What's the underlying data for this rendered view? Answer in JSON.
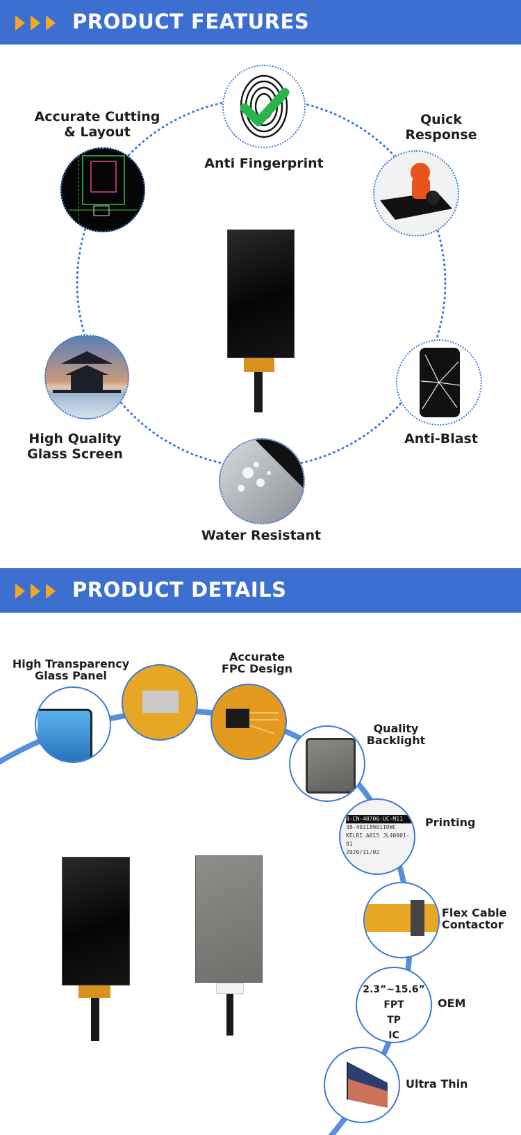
{
  "features": {
    "title": "PRODUCT FEATURES",
    "items": [
      {
        "label": "Anti Fingerprint",
        "icon": "fingerprint-check-icon"
      },
      {
        "label": "Accurate Cutting\n& Layout",
        "icon": "cad-layout-icon"
      },
      {
        "label": "Quick\nResponse",
        "icon": "motorcycle-screen-icon"
      },
      {
        "label": "High Quality\nGlass Screen",
        "icon": "pagoda-icon"
      },
      {
        "label": "Anti-Blast",
        "icon": "cracked-phone-icon"
      },
      {
        "label": "Water Resistant",
        "icon": "water-drops-icon"
      }
    ]
  },
  "details": {
    "title": "PRODUCT DETAILS",
    "items": [
      {
        "label": "High Transparency\nGlass Panel"
      },
      {
        "label": "Accurate\nFPC Design"
      },
      {
        "label": "Quality\nBacklight"
      },
      {
        "label": "Printing"
      },
      {
        "label": "Flex Cable\nContactor"
      },
      {
        "label": "OEM"
      },
      {
        "label": "Ultra Thin"
      }
    ],
    "printing_text": [
      "8-CN-40706-UC-M11",
      "38-40218901IOWC",
      "KELRI A015 JL40001-01",
      "2020/11/02"
    ],
    "oem_list": [
      "2.3”~15.6”",
      "FPT",
      "TP",
      "IC"
    ]
  },
  "colors": {
    "banner": "#3c6fcf",
    "chevron": "#f5a623",
    "ring": "#3a7bd5"
  }
}
